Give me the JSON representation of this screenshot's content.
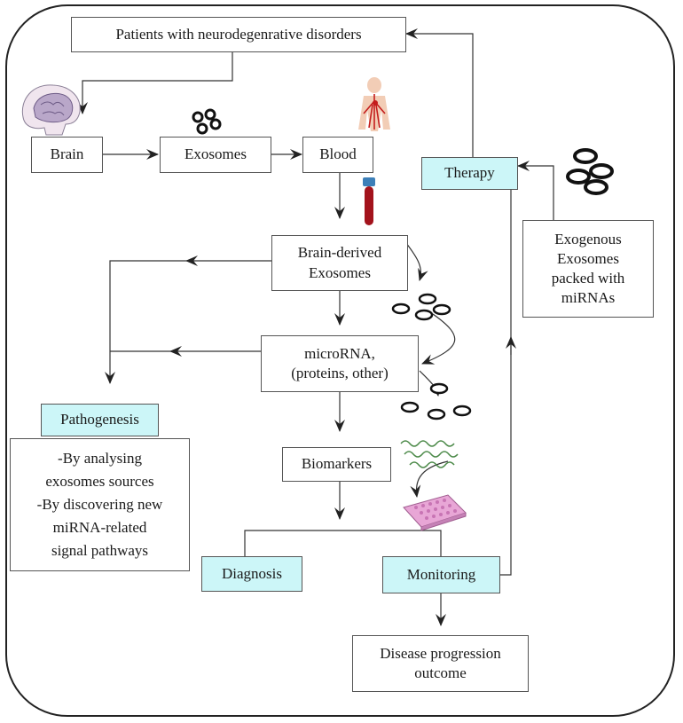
{
  "nodes": {
    "patients": "Patients with neurodegenrative disorders",
    "brain": "Brain",
    "exosomes": "Exosomes",
    "blood": "Blood",
    "therapy": "Therapy",
    "exogenous": [
      "Exogenous",
      "Exosomes",
      "packed with",
      "miRNAs"
    ],
    "brain_derived": [
      "Brain-derived",
      "Exosomes"
    ],
    "microrna": [
      "microRNA,",
      "(proteins, other)"
    ],
    "pathogenesis": "Pathogenesis",
    "pathogenesis_details": [
      "-By analysing",
      "exosomes sources",
      "-By discovering new",
      "miRNA-related",
      "signal pathways"
    ],
    "biomarkers": "Biomarkers",
    "diagnosis": "Diagnosis",
    "monitoring": "Monitoring",
    "disease_outcome": [
      "Disease progression",
      "outcome"
    ]
  },
  "colors": {
    "highlight_box": "#ccf6f8",
    "line": "#333333",
    "brain_icon": "#b9a7c9",
    "blood_tube": "#a3131c",
    "plate": "#e8a6d6"
  },
  "icons": [
    "brain-icon",
    "exosome-cluster-icon",
    "circulatory-body-icon",
    "blood-tube-icon",
    "exosome-packed-icon",
    "microrna-strand-icon",
    "microarray-plate-icon"
  ]
}
